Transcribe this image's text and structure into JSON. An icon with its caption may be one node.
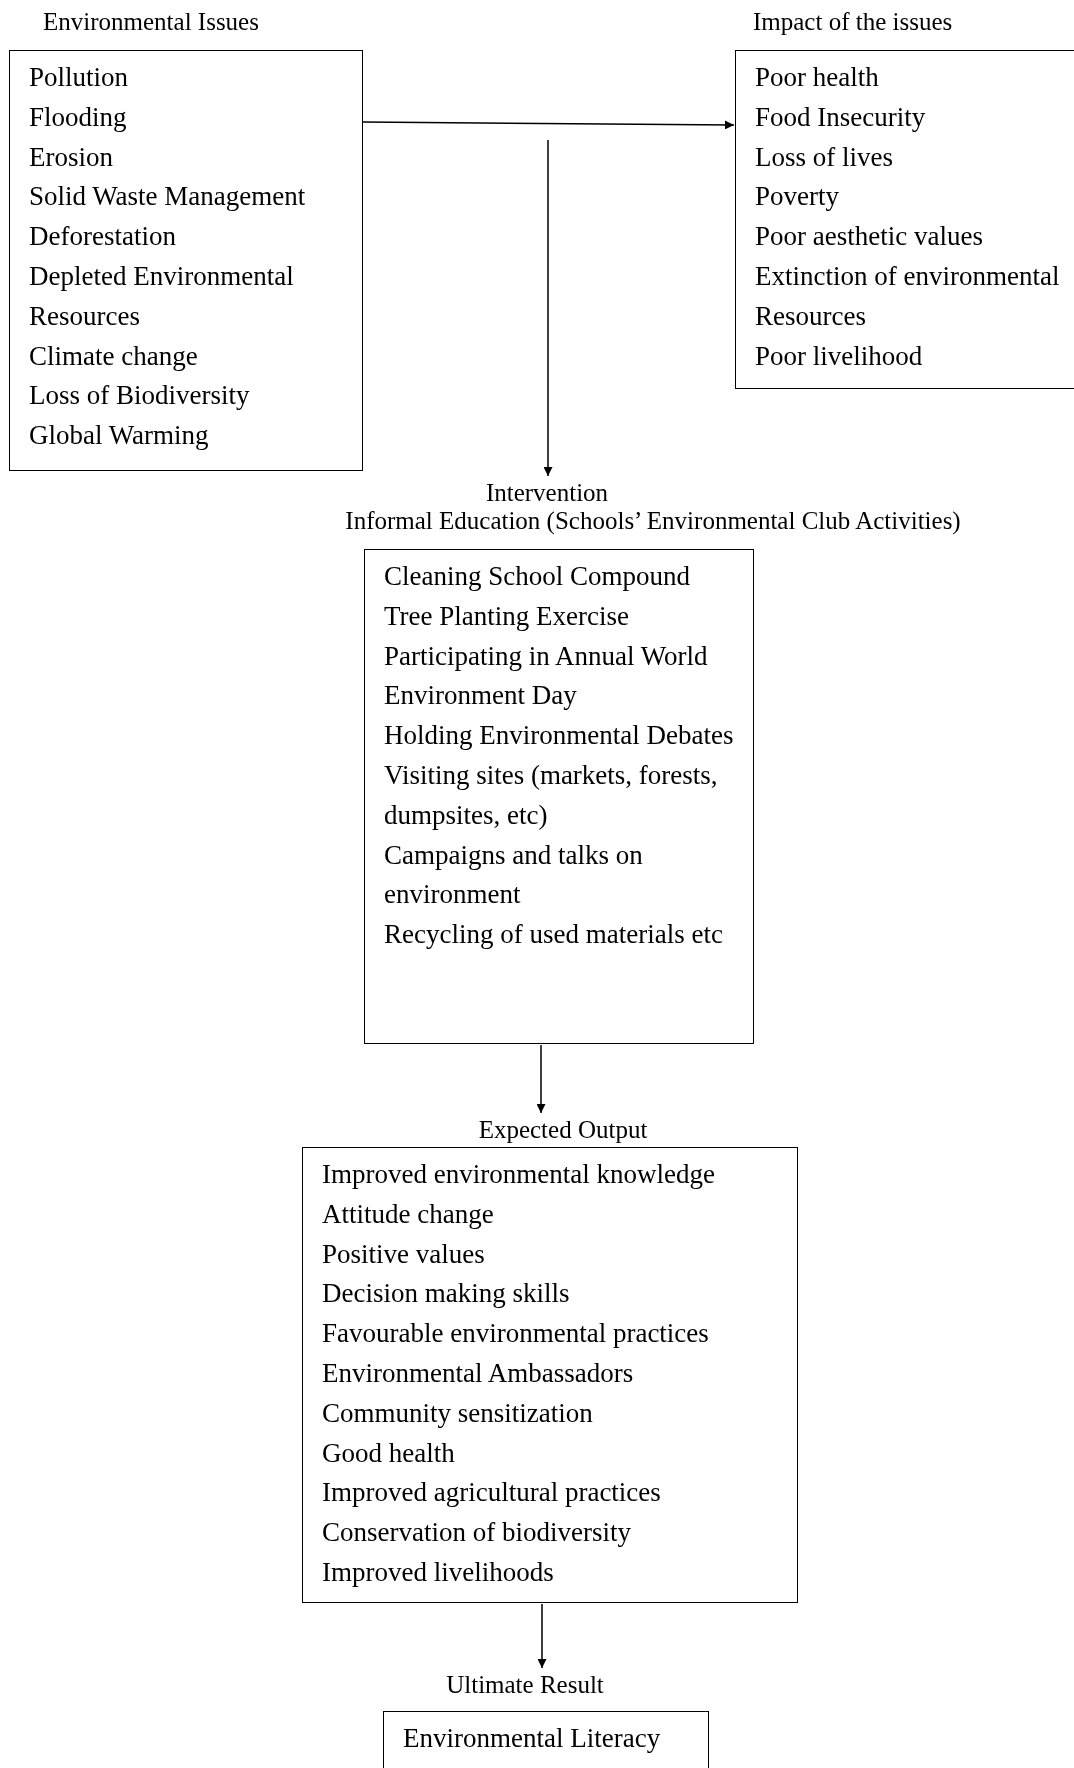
{
  "diagram": {
    "nodes": [
      {
        "text": [
          "Environmental Issues",
          "Pollution",
          "Flooding",
          "Erosion",
          "Solid Waste Management",
          "Deforestation",
          "Depleted Environmental Resources",
          "Climate change",
          "Loss of Biodiversity",
          "Global Warming"
        ]
      },
      {
        "text": [
          "Impact of the issues",
          "Poor health",
          "Food Insecurity",
          "Loss of lives",
          "Poverty",
          "Poor aesthetic values",
          "Extinction of environmental Resources",
          "Poor livelihood"
        ]
      },
      {
        "text": [
          "Intervention",
          "Informal Education (Schools’ Environmental Club Activities)",
          "Cleaning School Compound",
          "Tree Planting Exercise",
          "Participating in Annual World Environment Day",
          "Holding Environmental Debates",
          "Visiting sites (markets, forests, dumpsites, etc)",
          "Campaigns and talks on environment",
          "Recycling of used materials etc"
        ]
      },
      {
        "text": [
          "Expected Output",
          "Improved environmental knowledge",
          "Attitude change",
          "Positive values",
          "Decision making skills",
          "Favourable environmental practices",
          "Environmental Ambassadors",
          "Community sensitization",
          "Good health",
          "Improved agricultural practices",
          "Conservation of biodiversity",
          "Improved livelihoods"
        ]
      },
      {
        "text": [
          "Ultimate Result",
          "Environmental Literacy"
        ]
      }
    ],
    "edges": [
      {
        "from": 0,
        "to": 1,
        "arrow": "to"
      },
      {
        "from": null,
        "to": 2,
        "arrow": "to"
      },
      {
        "from": 2,
        "to": 3,
        "arrow": "to"
      },
      {
        "from": 3,
        "to": 4,
        "arrow": "to"
      }
    ]
  }
}
